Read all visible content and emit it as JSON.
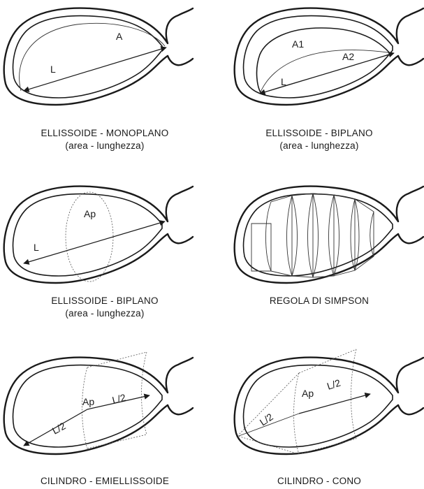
{
  "panels": [
    {
      "id": "p1",
      "title": "ELLISSOIDE - MONOPLANO",
      "subtitle": "(area - lunghezza)",
      "labels": [
        "A",
        "L"
      ]
    },
    {
      "id": "p2",
      "title": "ELLISSOIDE - BIPLANO",
      "subtitle": "(area - lunghezza)",
      "labels": [
        "A1",
        "A2",
        "L"
      ]
    },
    {
      "id": "p3",
      "title": "ELLISSOIDE - BIPLANO",
      "subtitle": "(area - lunghezza)",
      "labels": [
        "Ap",
        "L"
      ]
    },
    {
      "id": "p4",
      "title": "REGOLA DI SIMPSON",
      "subtitle": "",
      "labels": []
    },
    {
      "id": "p5",
      "title": "CILINDRO - EMIELLISSOIDE",
      "subtitle": "",
      "labels": [
        "Ap",
        "L/2",
        "L/2"
      ]
    },
    {
      "id": "p6",
      "title": "CILINDRO - CONO",
      "subtitle": "",
      "labels": [
        "Ap",
        "L/2",
        "L/2"
      ]
    }
  ]
}
